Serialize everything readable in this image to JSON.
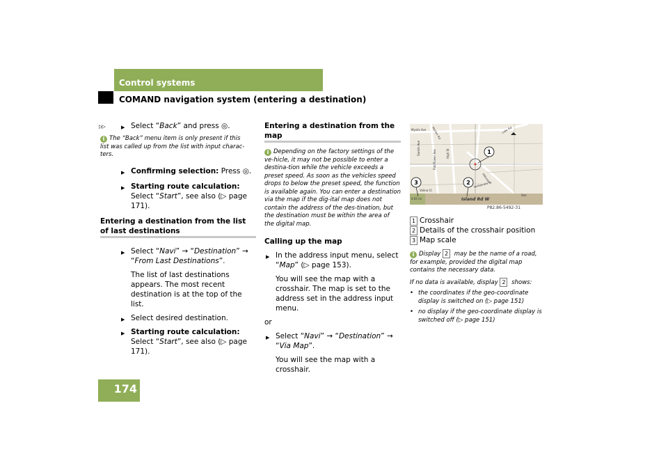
{
  "header": {
    "section": "Control systems",
    "chapter": "COMAND navigation system (entering a destination)"
  },
  "page_number": "174",
  "continued_marker": "▷▷",
  "left_column": {
    "step_back_a": "Select “",
    "step_back_italic": "Back",
    "step_back_b": "” and press ",
    "dial_symbol": "◎",
    "info_back": "The “Back” menu item is only present if this list was called up from the list with input charac-ters.",
    "confirm_bold": "Confirming selection:",
    "confirm_rest": " Press ",
    "route_bold": "Starting route calculation:",
    "route_a": "Select “",
    "route_italic": "Start",
    "route_b": "”, see also (",
    "route_ref": "▷ page 171).",
    "last_dest_heading": "Entering a destination from the list of last destinations",
    "step_navi_a": "Select “",
    "navi": "Navi",
    "arrow": "” → “",
    "destination": "Destination",
    "from_last": "From Last Destinations",
    "step_navi_end": "”.",
    "list_appears": "The list of last destinations appears. The most recent destination is at the top of the list.",
    "select_desired": "Select desired destination.",
    "route2_bold": "Starting route calculation:",
    "route2_a": "Select “",
    "route2_italic": "Start",
    "route2_b": "”, see also (",
    "route2_ref": "▷ page 171)."
  },
  "middle_column": {
    "map_heading": "Entering a destination from the map",
    "info_map": "Depending on the factory settings of the ve-hicle, it may not be possible to enter a destina-tion while the vehicle exceeds a preset speed. As soon as the vehicles speed drops to below the preset speed, the function is available again. You can enter a destination via the map if the dig-ital map does not contain the address of the des-tination, but the destination must be within the area of the digital map.",
    "calling_heading": "Calling up the map",
    "addr_a": "In the address input menu, select “",
    "map_italic": "Map",
    "addr_b": "” (",
    "addr_ref": "▷ page 153).",
    "crosshair_text": "You will see the map with a crosshair. The map is set to the address set in the address input menu.",
    "or": "or",
    "via_a": "Select “",
    "via_navi": "Navi",
    "via_arrow": "” → “",
    "via_dest": "Destination",
    "via_map": "Via Map",
    "via_end": "”.",
    "crosshair_text2": "You will see the map with a crosshair."
  },
  "right_column": {
    "figure_code": "P82.86-5492-31",
    "map_labels": {
      "mystic": "Mystic Ave",
      "morlan": "Morlan Rd",
      "hayden": "Sankin Ave",
      "rainflower": "Rainflower Ave",
      "high": "High St",
      "lake": "Lake Rd",
      "valina": "Valina Ct",
      "island": "Island Rd W",
      "scale": "0.05 mi",
      "hillcrest": "Hillcrest",
      "vertebrate": "Vertebrate St",
      "burgess": "Burgess Dr",
      "smr": "Smr"
    },
    "callouts": [
      "1",
      "2",
      "3"
    ],
    "legend": [
      {
        "num": "1",
        "text": "Crosshair"
      },
      {
        "num": "2",
        "text": "Details of the crosshair position"
      },
      {
        "num": "3",
        "text": "Map scale"
      }
    ],
    "info_display_a": "Display ",
    "info_display_num": "2",
    "info_display_b": " may be the name of a road, for example, provided the digital map contains the necessary data.",
    "no_data_a": "If no data is available, display ",
    "no_data_num": "2",
    "no_data_b": " shows:",
    "bullets": [
      "the coordinates if the geo-coordinate display is switched on (▷ page 151)",
      "no display if the geo-coordinate display is switched off (▷ page 151)"
    ]
  },
  "colors": {
    "accent": "#8fae57"
  }
}
